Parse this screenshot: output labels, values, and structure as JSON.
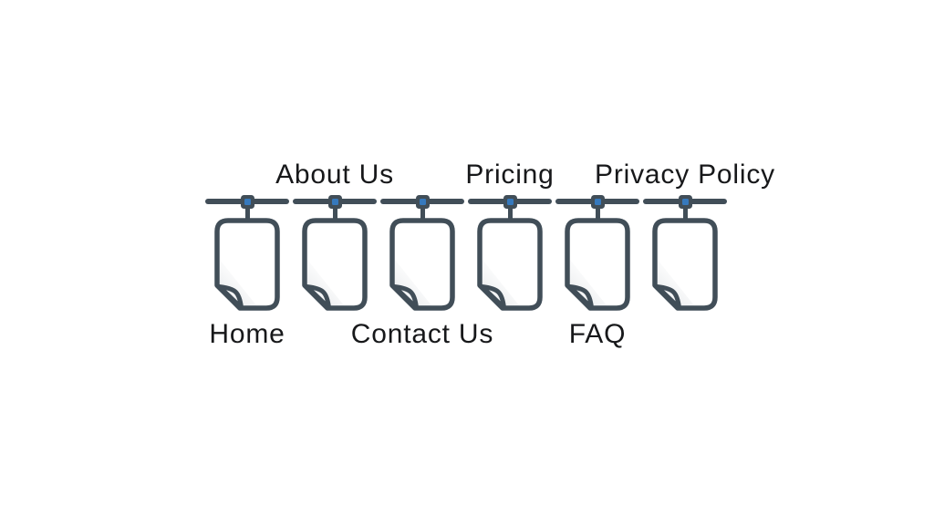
{
  "colors": {
    "background": "#ffffff",
    "line_and_outline": "#414e58",
    "clip_pin_blue": "#3679bd",
    "label_text": "#17181a",
    "fold_fill": "#f3f4f5",
    "fold_shadow": "#c2c8cd"
  },
  "diagram": {
    "type": "sitemap-hanging-pages",
    "nodes": [
      {
        "icon": "page-icon",
        "bottom_label": "Home"
      },
      {
        "icon": "page-icon",
        "top_label": "About Us"
      },
      {
        "icon": "page-icon",
        "bottom_label": "Contact Us"
      },
      {
        "icon": "page-icon",
        "top_label": "Pricing"
      },
      {
        "icon": "page-icon",
        "bottom_label": "FAQ"
      },
      {
        "icon": "page-icon",
        "top_label": "Privacy Policy"
      }
    ]
  }
}
